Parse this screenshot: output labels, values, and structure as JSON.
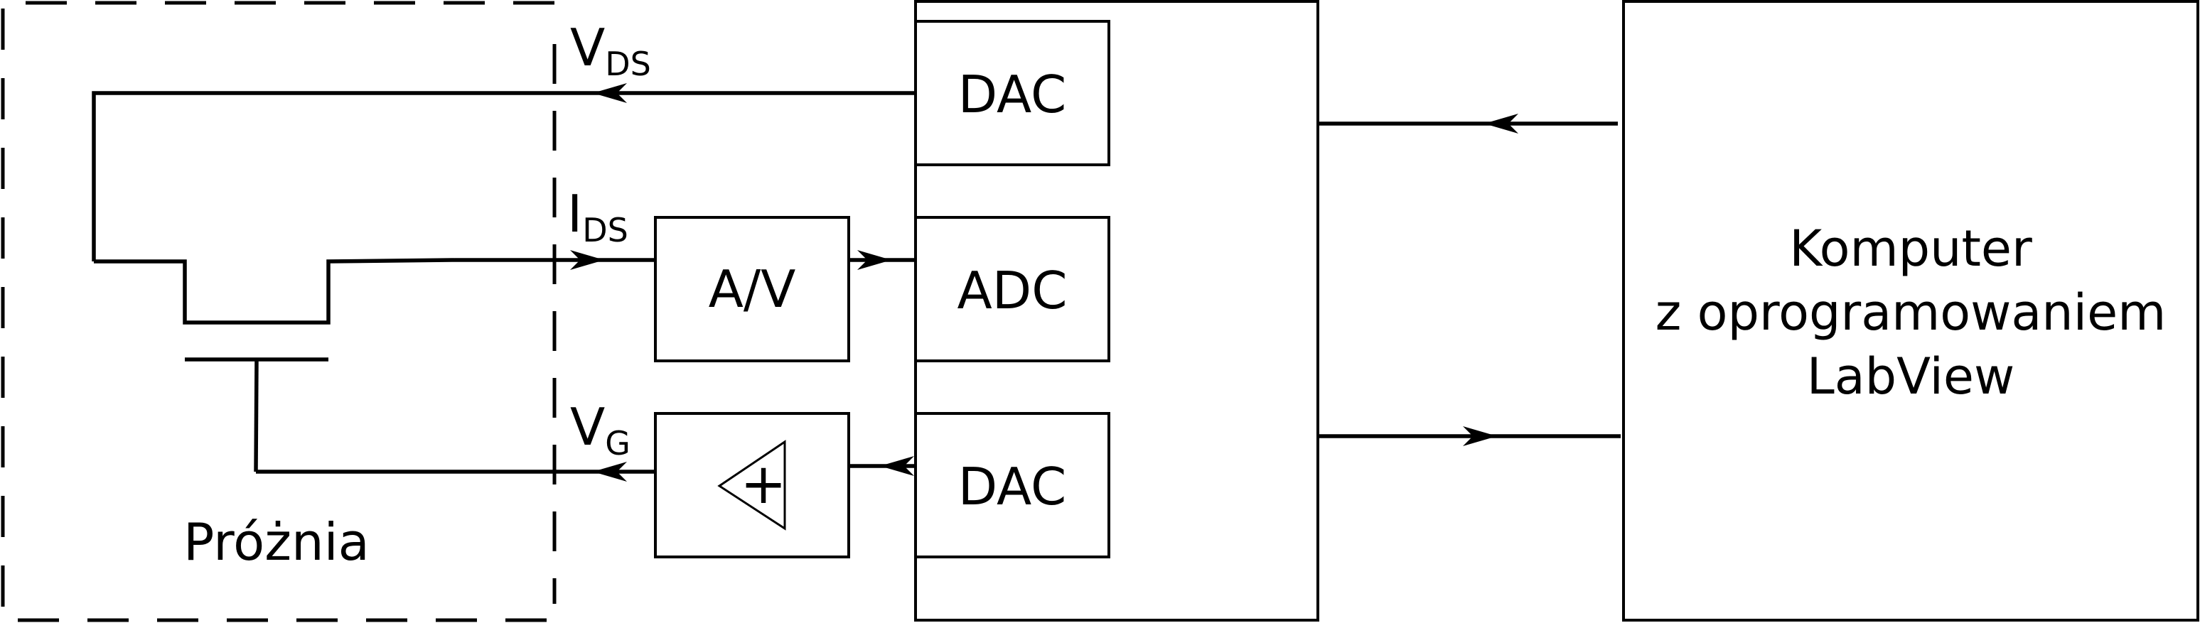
{
  "labels": {
    "vds_main": "V",
    "vds_sub": "DS",
    "ids_main": "I",
    "ids_sub": "DS",
    "vg_main": "V",
    "vg_sub": "G",
    "vacuum": "Próżnia",
    "plus": "+"
  },
  "blocks": {
    "dac_top": "DAC",
    "adc": "ADC",
    "dac_bottom": "DAC",
    "av_converter": "A/V"
  },
  "computer": {
    "line1": "Komputer",
    "line2": "z oprogramowaniem",
    "line3": "LabView"
  },
  "colors": {
    "stroke": "#000000",
    "background": "#ffffff"
  }
}
